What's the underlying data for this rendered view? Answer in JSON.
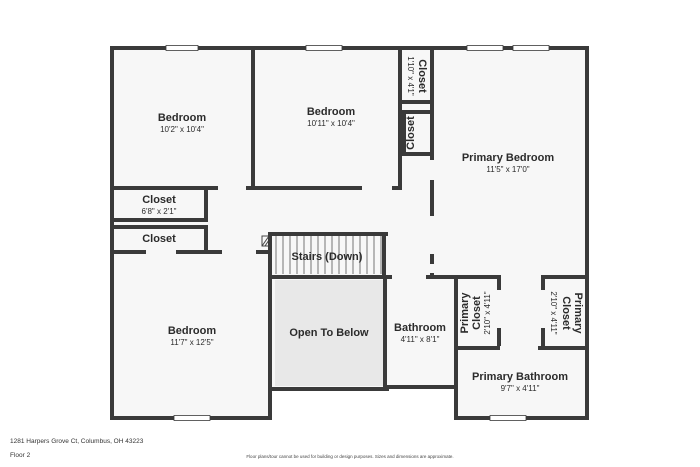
{
  "address": "1281 Harpers Grove Ct, Columbus, OH 43223",
  "floor_label": "Floor 2",
  "disclaimer": "Floor plans/tour cannot be used for building or design purposes. Sizes and dimensions are approximate.",
  "colors": {
    "wall": "#3a3a3a",
    "floor": "#f7f7f7",
    "open_to_below": "#e8e8e8"
  },
  "rooms": {
    "bedroom_1": {
      "name": "Bedroom",
      "dims": "10'2\" x 10'4\""
    },
    "bedroom_2": {
      "name": "Bedroom",
      "dims": "10'11\" x 10'4\""
    },
    "closet_top": {
      "name": "Closet",
      "dims": "1'10\" x 4'1\""
    },
    "closet_small": {
      "name": "Closet"
    },
    "primary_bedroom": {
      "name": "Primary Bedroom",
      "dims": "11'5\" x 17'0\""
    },
    "closet_1": {
      "name": "Closet",
      "dims": "6'8\" x 2'1\""
    },
    "closet_2": {
      "name": "Closet"
    },
    "stairs": {
      "name": "Stairs (Down)"
    },
    "bedroom_3": {
      "name": "Bedroom",
      "dims": "11'7\" x 12'5\""
    },
    "open_to_below": {
      "name": "Open To Below"
    },
    "bathroom": {
      "name": "Bathroom",
      "dims": "4'11\" x 8'1\""
    },
    "primary_closet_1": {
      "name": "Primary Closet",
      "line1": "Primary",
      "line2": "Closet",
      "dims": "2'10\" x 4'11\""
    },
    "primary_closet_2": {
      "name": "Primary Closet",
      "line1": "Primary",
      "line2": "Closet",
      "dims": "2'10\" x 4'11\""
    },
    "primary_bathroom": {
      "name": "Primary Bathroom",
      "dims": "9'7\" x 4'11\""
    }
  }
}
